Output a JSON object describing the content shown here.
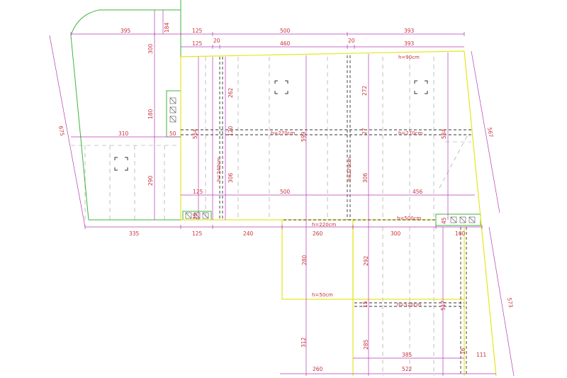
{
  "dimensions_top": {
    "row1": [
      "395",
      "184",
      "125",
      "500",
      "393"
    ],
    "row2": [
      "125",
      "20",
      "460",
      "20",
      "393"
    ]
  },
  "dimensions_left": {
    "v300": "300",
    "v180": "180",
    "h310": "310",
    "h50": "50",
    "v290": "290",
    "side": "675"
  },
  "dimensions_middle": {
    "v262": "262",
    "v272": "272",
    "v554": "554",
    "v120": "120",
    "v599": "599",
    "v27": "27",
    "v584": "584",
    "v306a": "306",
    "v306b": "306",
    "h125": "125",
    "h500": "500",
    "h456": "456",
    "v36": "36",
    "v45": "45"
  },
  "dimensions_bottom_row": [
    "335",
    "125",
    "240",
    "260",
    "300",
    "160"
  ],
  "dimensions_lower": {
    "v280": "280",
    "v292": "292",
    "v15": "15",
    "v517": "517",
    "v312": "312",
    "v285": "285",
    "h385": "385",
    "v16": "16",
    "h111": "111",
    "h260": "260",
    "h522": "522",
    "right_side_top": "567",
    "right_side_bottom": "573"
  },
  "heights": {
    "h90": "h=90cm",
    "h270a": "h=270cm",
    "h270b": "h=270cm",
    "h240": "h=240cm",
    "h270c": "h=270cm",
    "h220": "h=220cm",
    "h500": "h=500cm",
    "h50": "h=50cm",
    "h520": "h=520cm"
  },
  "colors": {
    "outline_green": "#3cb43c",
    "outline_yellow": "#e6e61e",
    "dimension_magenta": "#b43cb4",
    "text_red": "#c8323c",
    "grid_gray": "#9a9a9a",
    "dashed_dark": "#333333"
  },
  "icons": [
    "column-marker-icon",
    "column-marker-icon",
    "column-marker-icon",
    "stair-hatch-icon"
  ]
}
